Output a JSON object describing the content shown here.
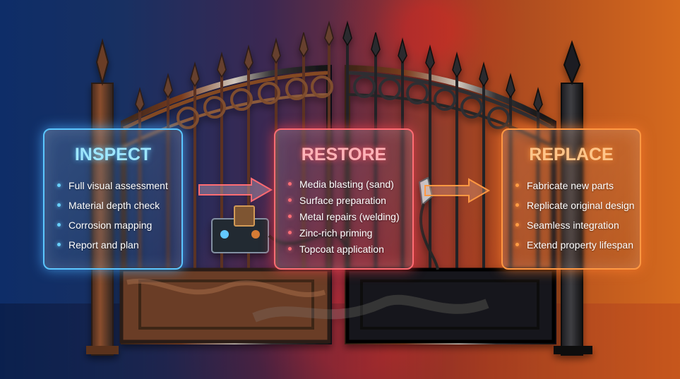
{
  "steps": [
    {
      "title": "INSPECT",
      "items": [
        "Full visual assessment",
        "Material depth check",
        "Corrosion mapping",
        "Report and plan"
      ]
    },
    {
      "title": "RESTORE",
      "items": [
        "Media blasting (sand)",
        "Surface preparation",
        "Metal repairs (welding)",
        "Zinc-rich priming",
        "Topcoat application"
      ]
    },
    {
      "title": "REPLACE",
      "items": [
        "Fabricate new parts",
        "Replicate original design",
        "Seamless integration",
        "Extend property lifespan"
      ]
    }
  ],
  "colors": {
    "inspect": "#5bc6ff",
    "restore": "#ff6c73",
    "replace": "#ff9842",
    "rust": "#7b3d1e",
    "metal": "#434346"
  },
  "icons": {
    "arrow": "right-arrow-icon",
    "equipment": "blasting-equipment-icon",
    "gate": "metal-gate-icon"
  }
}
